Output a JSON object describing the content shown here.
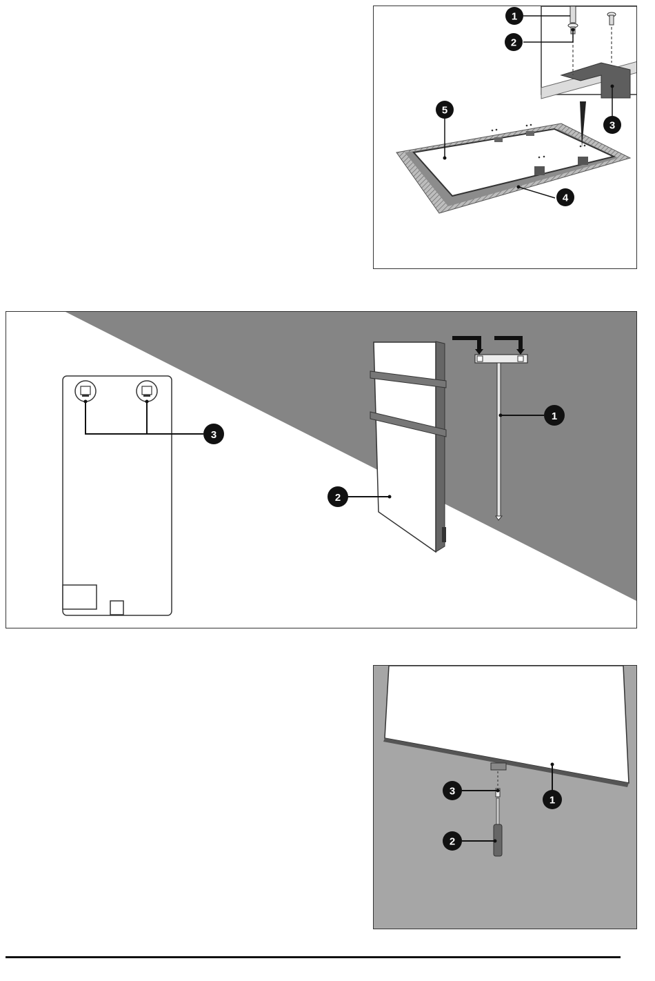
{
  "figures": [
    {
      "id": "fig1",
      "callouts": {
        "c1": "1",
        "c2": "2",
        "c3": "3",
        "c4": "4",
        "c5": "5"
      }
    },
    {
      "id": "fig2",
      "callouts": {
        "c1": "1",
        "c2": "2",
        "c3": "3"
      }
    },
    {
      "id": "fig3",
      "callouts": {
        "c1": "1",
        "c2": "2",
        "c3": "3"
      }
    }
  ],
  "colors": {
    "panel_border": "#333333",
    "wall_gray": "#858585",
    "fig3_background": "#a6a6a6",
    "callout_fill": "#111111",
    "callout_text": "#ffffff"
  },
  "icons": [
    "screw-icon",
    "bracket-icon",
    "rail-icon",
    "screwdriver-icon",
    "mounting-hole-icon"
  ]
}
